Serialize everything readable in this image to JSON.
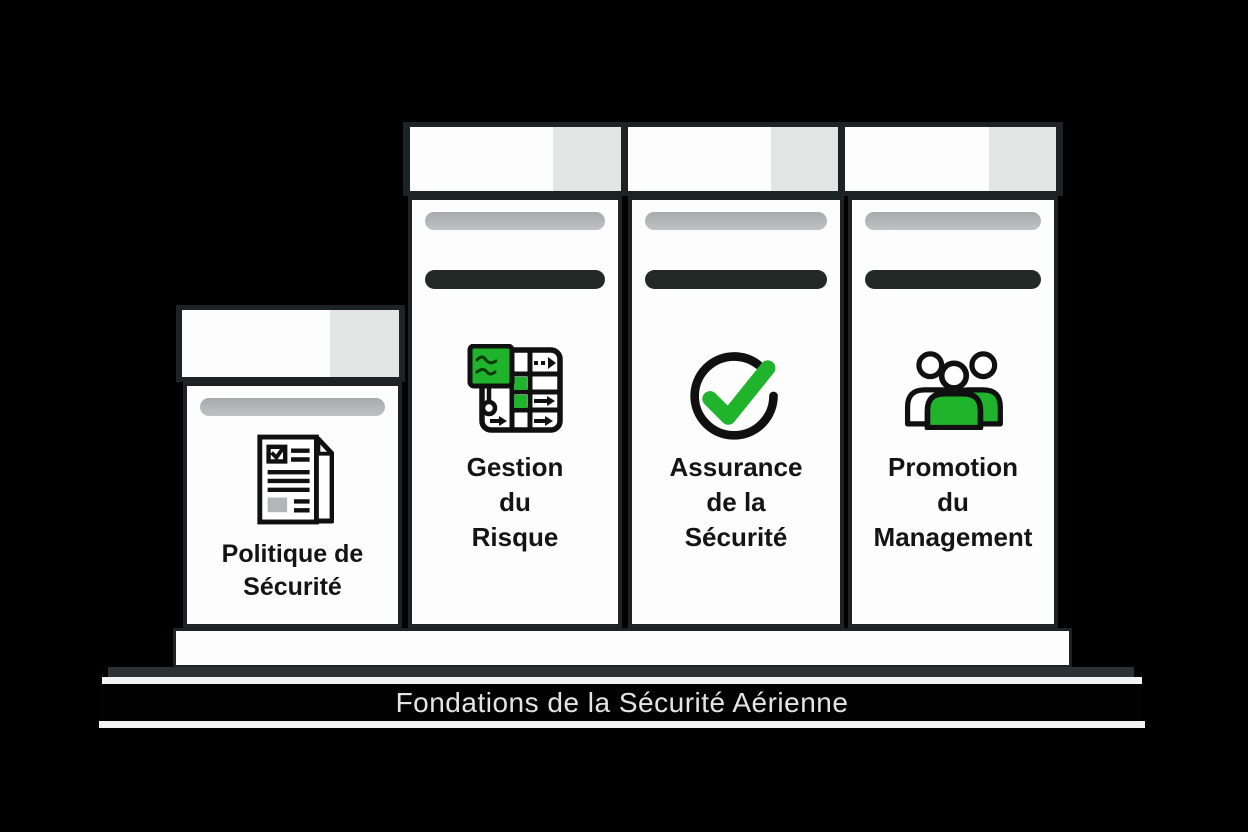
{
  "pillars": [
    {
      "id": "politique-de-securite",
      "icon": "policy-document-icon",
      "label_lines": [
        "Politique de",
        "Sécurité"
      ]
    },
    {
      "id": "gestion-du-risque",
      "icon": "risk-matrix-icon",
      "label_lines": [
        "Gestion",
        "du",
        "Risque"
      ]
    },
    {
      "id": "assurance-de-la-securite",
      "icon": "check-circle-icon",
      "label_lines": [
        "Assurance",
        "de la",
        "Sécurité"
      ]
    },
    {
      "id": "promotion-du-management",
      "icon": "people-group-icon",
      "label_lines": [
        "Promotion",
        "du",
        "Management"
      ]
    }
  ],
  "base": {
    "title": "Fondations de la Sécurité Aérienne"
  },
  "colors": {
    "background": "#000000",
    "accent_green": "#1fb42c",
    "frame_dark": "#1d2322",
    "bar_gray": "#b1b4b4",
    "bar_dark": "#222927",
    "capital_gray": "#e3e4e4",
    "pillar_white": "#fdfdfd"
  }
}
